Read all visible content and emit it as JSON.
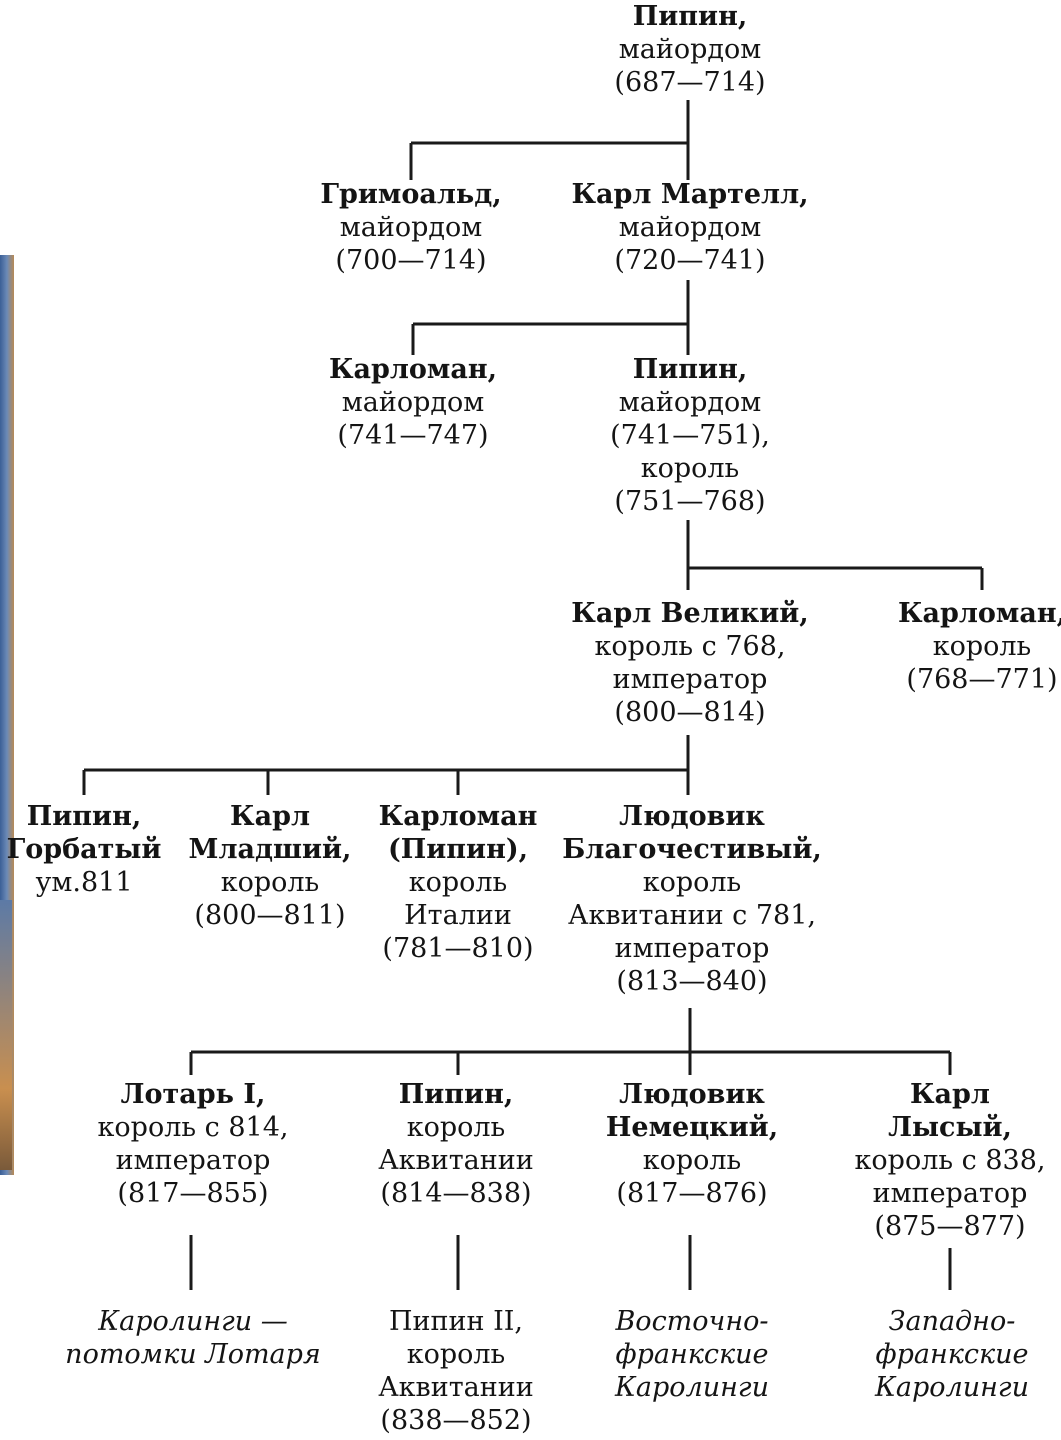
{
  "nodes": [
    {
      "id": "pipin-1",
      "name": "Пипин,",
      "lines": [
        "майордом",
        "(687—714)"
      ]
    },
    {
      "id": "grimoald",
      "name": "Гримоальд,",
      "lines": [
        "майордом",
        "(700—714)"
      ]
    },
    {
      "id": "karl-martell",
      "name": "Карл Мартелл,",
      "lines": [
        "майордом",
        "(720—741)"
      ]
    },
    {
      "id": "karloman-1",
      "name": "Карломан,",
      "lines": [
        "майордом",
        "(741—747)"
      ]
    },
    {
      "id": "pipin-2",
      "name": "Пипин,",
      "lines": [
        "майордом",
        "(741—751),",
        "король",
        "(751—768)"
      ]
    },
    {
      "id": "karl-veliky",
      "name": "Карл Великий,",
      "lines": [
        "король с 768,",
        "император",
        "(800—814)"
      ]
    },
    {
      "id": "karloman-2",
      "name": "Карломан,",
      "lines": [
        "король",
        "(768—771)"
      ]
    },
    {
      "id": "pipin-gorbaty",
      "name": "Пипин,\nГорбатый",
      "lines": [
        "ум.811"
      ]
    },
    {
      "id": "karl-mladshy",
      "name": "Карл\nМладший,",
      "lines": [
        "король",
        "(800—811)"
      ]
    },
    {
      "id": "karloman-pipin",
      "name": "Карломан\n(Пипин),",
      "lines": [
        "король",
        "Италии",
        "(781—810)"
      ]
    },
    {
      "id": "lyudovik-blag",
      "name": "Людовик\nБлагочестивый,",
      "lines": [
        "король",
        "Аквитании с 781,",
        "император",
        "(813—840)"
      ]
    },
    {
      "id": "lotar",
      "name": "Лотарь I,",
      "lines": [
        "король с 814,",
        "император",
        "(817—855)"
      ]
    },
    {
      "id": "pipin-akv",
      "name": "Пипин,",
      "lines": [
        "король",
        "Аквитании",
        "(814—838)"
      ]
    },
    {
      "id": "lyudovik-nem",
      "name": "Людовик\nНемецкий,",
      "lines": [
        "король",
        "(817—876)"
      ]
    },
    {
      "id": "karl-lysy",
      "name": "Карл\nЛысый,",
      "lines": [
        "король с 838,",
        "император",
        "(875—877)"
      ]
    },
    {
      "id": "karolingi-lotar",
      "name": "",
      "lines": [
        "Каролинги —",
        "потомки Лотаря"
      ],
      "italic": true
    },
    {
      "id": "pipin-ii",
      "name": "",
      "lines": [
        "Пипин II,",
        "король",
        "Аквитании",
        "(838—852)"
      ]
    },
    {
      "id": "vostochno",
      "name": "",
      "lines": [
        "Восточно-",
        "франкские",
        "Каролинги"
      ],
      "italic": true
    },
    {
      "id": "zapadno",
      "name": "",
      "lines": [
        "Западно-",
        "франкские",
        "Каролинги"
      ],
      "italic": true
    }
  ]
}
